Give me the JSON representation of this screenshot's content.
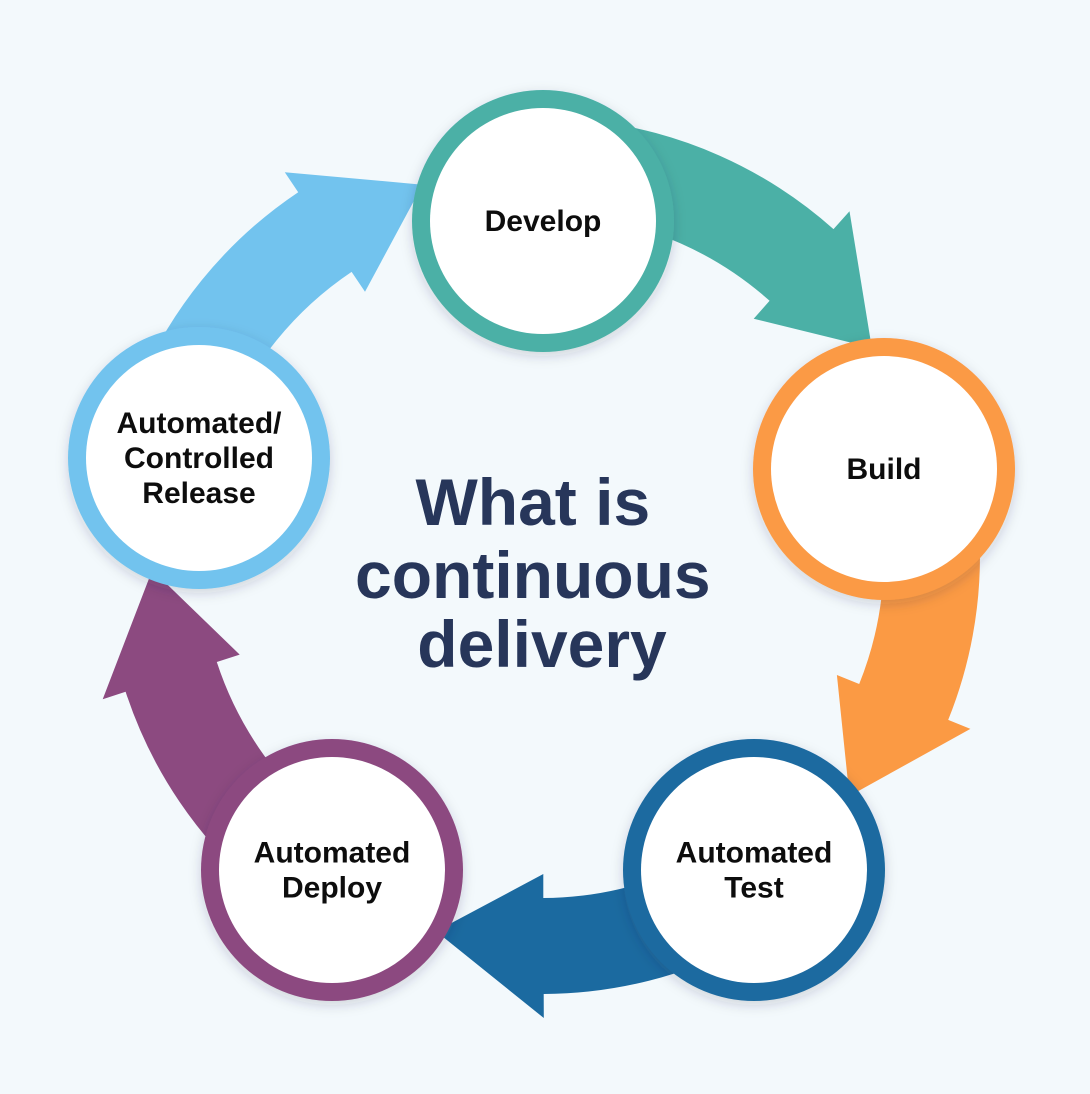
{
  "title_lines": [
    "What is",
    "continuous",
    "delivery"
  ],
  "colors": {
    "background": "#f3f9fc",
    "title": "#27365a",
    "label": "#0d0d0d",
    "circle_fill": "#ffffff"
  },
  "stages": [
    {
      "id": "develop",
      "lines": [
        "Develop"
      ],
      "color": "#4bb0a6"
    },
    {
      "id": "build",
      "lines": [
        "Build"
      ],
      "color": "#fb9a44"
    },
    {
      "id": "test",
      "lines": [
        "Automated",
        "Test"
      ],
      "color": "#1b6aa0"
    },
    {
      "id": "deploy",
      "lines": [
        "Automated",
        "Deploy"
      ],
      "color": "#8c4a80"
    },
    {
      "id": "release",
      "lines": [
        "Automated/",
        "Controlled",
        "Release"
      ],
      "color": "#72c3ee"
    }
  ]
}
